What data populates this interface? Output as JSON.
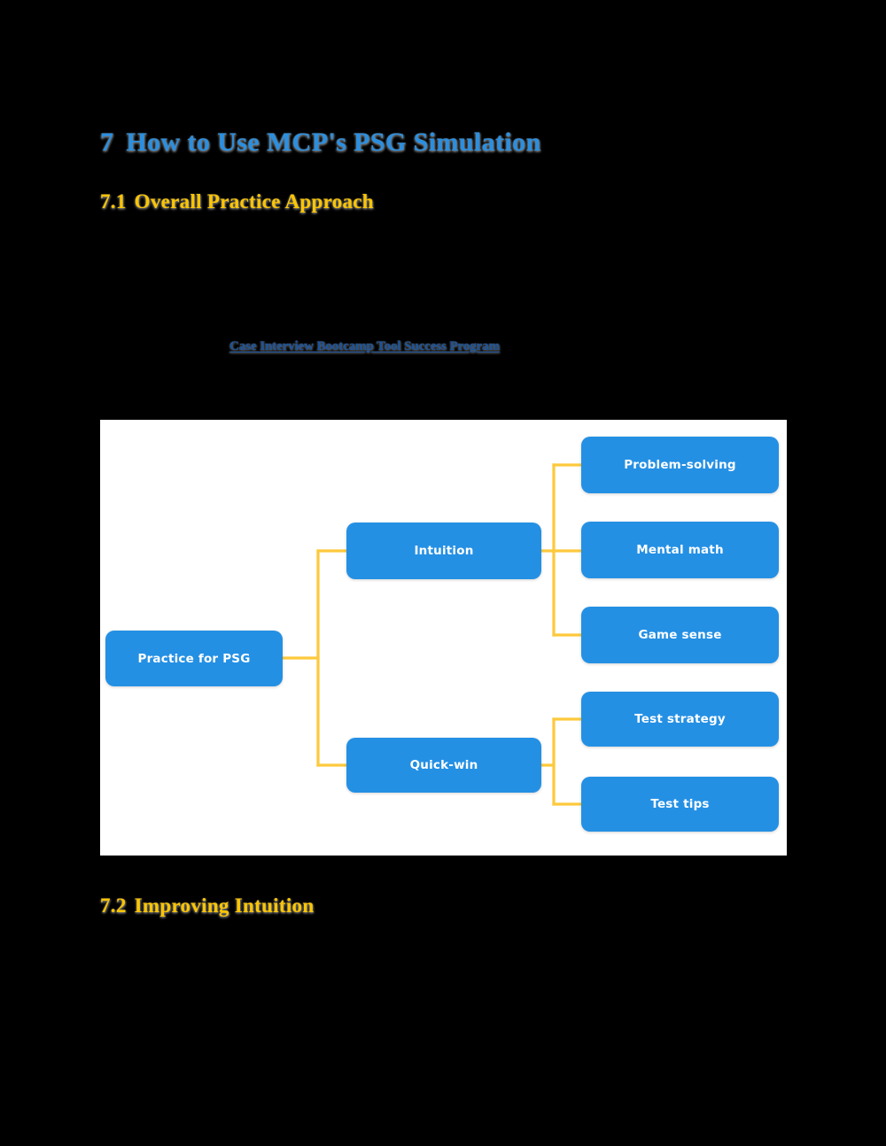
{
  "document": {
    "heading1": {
      "number": "7",
      "text": "How to Use MCP's PSG Simulation",
      "color": "#2b8fe0"
    },
    "heading2_first": {
      "number": "7.1",
      "text": "Overall Practice Approach",
      "color": "#fdc500"
    },
    "heading2_second": {
      "number": "7.2",
      "text": "Improving Intuition",
      "color": "#fdc500"
    },
    "link": {
      "label": "Case Interview Bootcamp Tool Success Program",
      "color": "#17539e"
    }
  },
  "diagram": {
    "type": "mind-map",
    "background": "#ffffff",
    "node_color": "#2490e4",
    "connector_color": "#fdc93c",
    "node_text_color": "#ffffff",
    "root": {
      "label": "Practice for PSG"
    },
    "branches": [
      {
        "label": "Intuition",
        "children": [
          {
            "label": "Problem-solving"
          },
          {
            "label": "Mental math"
          },
          {
            "label": "Game sense"
          }
        ]
      },
      {
        "label": "Quick-win",
        "children": [
          {
            "label": "Test strategy"
          },
          {
            "label": "Test tips"
          }
        ]
      }
    ]
  }
}
